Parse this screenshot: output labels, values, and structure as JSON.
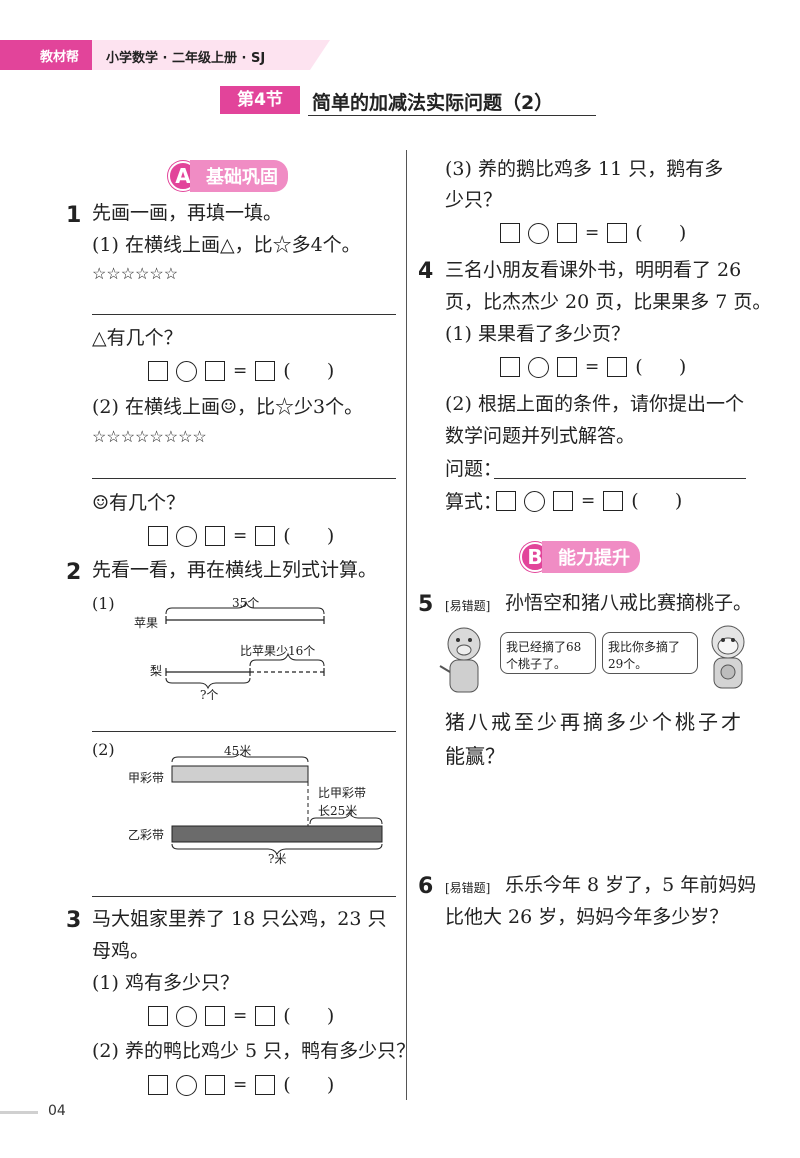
{
  "header": {
    "tag": "教材帮",
    "book": "小学数学 · 二年级上册 · SJ"
  },
  "section": {
    "badge": "第4节",
    "title": "简单的加减法实际问题（2）"
  },
  "secA": {
    "letter": "A",
    "label": "基础巩固"
  },
  "secB": {
    "letter": "B",
    "label": "能力提升"
  },
  "q1": {
    "num": "1",
    "text": "先画一画，再填一填。",
    "p1": "(1) 在横线上画△，比☆多4个。",
    "stars1": "☆☆☆☆☆☆",
    "ask1": "△有几个？",
    "p2": "(2) 在横线上画☺，比☆少3个。",
    "stars2": "☆☆☆☆☆☆☆☆",
    "ask2": "☺有几个？"
  },
  "q2": {
    "num": "2",
    "text": "先看一看，再在横线上列式计算。",
    "d1": {
      "tag": "(1)",
      "apple": "苹果",
      "val": "35个",
      "pear": "梨",
      "less": "比苹果少16个",
      "q": "?个"
    },
    "d2": {
      "tag": "(2)",
      "a": "甲彩带",
      "val": "45米",
      "more1": "比甲彩带",
      "more2": "长25米",
      "b": "乙彩带",
      "q": "?米"
    }
  },
  "q3": {
    "num": "3",
    "l1": "马大姐家里养了 18 只公鸡，23 只",
    "l2": "母鸡。",
    "p1": "(1) 鸡有多少只？",
    "p2": "(2) 养的鸭比鸡少 5 只，鸭有多少只？",
    "p3a": "(3) 养的鹅比鸡多 11 只，鹅有多",
    "p3b": "少只？"
  },
  "q4": {
    "num": "4",
    "l1": "三名小朋友看课外书，明明看了 26",
    "l2": "页，比杰杰少 20 页，比果果多 7 页。",
    "p1": "(1) 果果看了多少页？",
    "p2a": "(2) 根据上面的条件，请你提出一个",
    "p2b": "数学问题并列式解答。",
    "wen": "问题：",
    "suan": "算式："
  },
  "q5": {
    "num": "5",
    "tag": "[易错题]",
    "text": "孙悟空和猪八戒比赛摘桃子。",
    "b1a": "我已经摘了68",
    "b1b": "个桃子了。",
    "b2a": "我比你多摘了",
    "b2b": "29个。",
    "ask1": "猪八戒至少再摘多少个桃子才",
    "ask2": "能赢？"
  },
  "q6": {
    "num": "6",
    "tag": "[易错题]",
    "l1": "乐乐今年 8 岁了，5 年前妈妈",
    "l2": "比他大 26 岁，妈妈今年多少岁？"
  },
  "eq": "=",
  "page": "04",
  "colors": {
    "pink": "#e2449a",
    "lightpink": "#f08cc4",
    "barLight": "#cfcfcf",
    "barDark": "#6b6b6b"
  }
}
